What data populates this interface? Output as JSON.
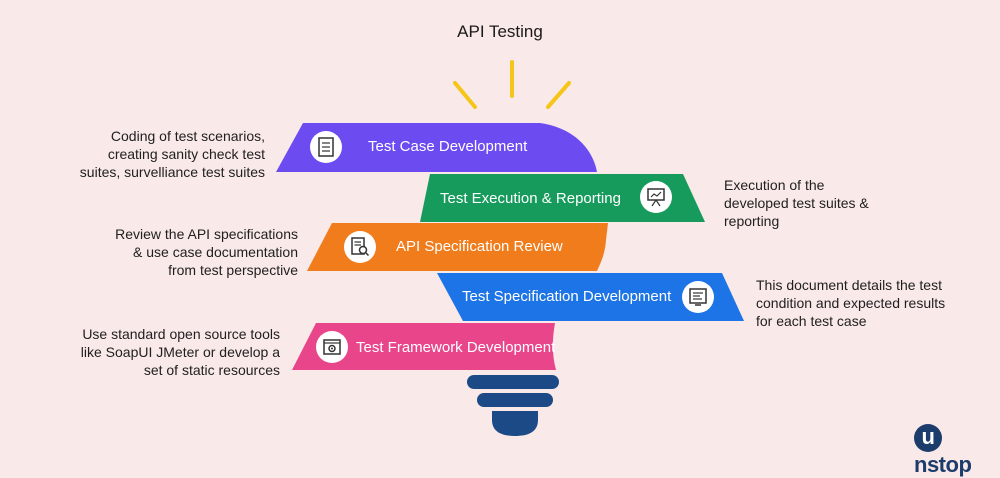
{
  "title": "API Testing",
  "colors": {
    "band_1": "#6c4cf0",
    "band_2": "#169b5c",
    "band_3": "#f07c1c",
    "band_4": "#1c74e6",
    "band_5": "#e8458a",
    "base": "#1c4a86",
    "rays": "#f5c518"
  },
  "steps": [
    {
      "label": "Test Case Development",
      "icon": "checklist-icon",
      "description": [
        "Coding of test scenarios,",
        "creating sanity check test",
        "suites, survelliance test suites"
      ]
    },
    {
      "label": "Test Execution & Reporting",
      "icon": "presentation-board-icon",
      "description": [
        "Execution of the",
        "developed test suites &",
        "reporting"
      ]
    },
    {
      "label": "API Specification Review",
      "icon": "document-search-icon",
      "description": [
        "Review the API specifications",
        "& use case documentation",
        "from test perspective"
      ]
    },
    {
      "label": "Test Specification Development",
      "icon": "spec-document-icon",
      "description": [
        "This document details the test",
        "condition and expected results",
        "for each test case"
      ]
    },
    {
      "label": "Test Framework Development",
      "icon": "gear-window-icon",
      "description": [
        "Use standard open source tools",
        "like SoapUI JMeter or develop a",
        "set of static resources"
      ]
    }
  ],
  "logo_text": "unstop"
}
